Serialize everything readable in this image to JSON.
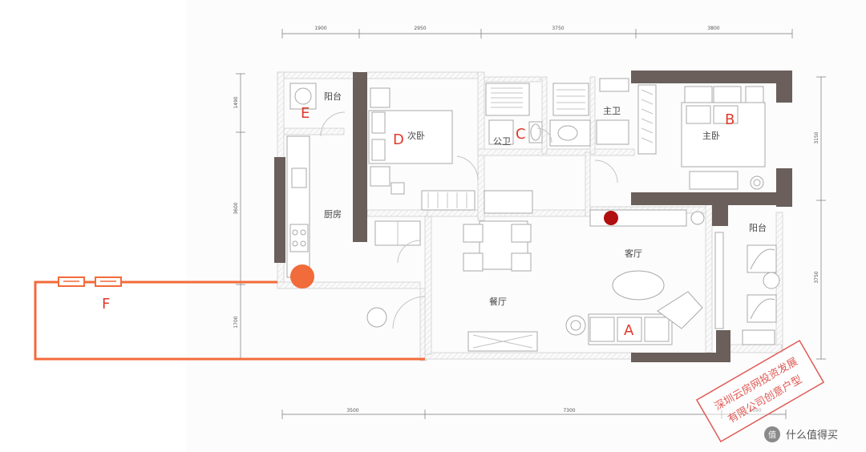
{
  "rooms": {
    "balcony_left": "阳台",
    "second_bedroom": "次卧",
    "master_bath": "主卫",
    "master_bedroom": "主卧",
    "public_bath": "公卫",
    "kitchen": "厨房",
    "living_room": "客厅",
    "balcony_right": "阳台",
    "dining_room": "餐厅"
  },
  "markers": {
    "a": "A",
    "b": "B",
    "c": "C",
    "d": "D",
    "e": "E",
    "f": "F"
  },
  "dimensions": {
    "top": [
      "1900",
      "2950",
      "3750",
      "3800"
    ],
    "bottom": [
      "3500",
      "7300",
      "1690"
    ],
    "left": [
      "1490",
      "3600",
      "1700"
    ],
    "right": [
      "3150",
      "3750"
    ]
  },
  "stamp": {
    "line1": "深圳云房网投资发展",
    "line2": "有限公司创意户型"
  },
  "watermark": {
    "text": "什么值得买",
    "icon": "值"
  },
  "colors": {
    "marker_text": "#e03a2a",
    "orange_marker": "#f26b3a",
    "red_marker": "#b01010",
    "orange_line": "#f26b3a",
    "wall": "#6a5f5b",
    "stamp": "#e05a55"
  }
}
